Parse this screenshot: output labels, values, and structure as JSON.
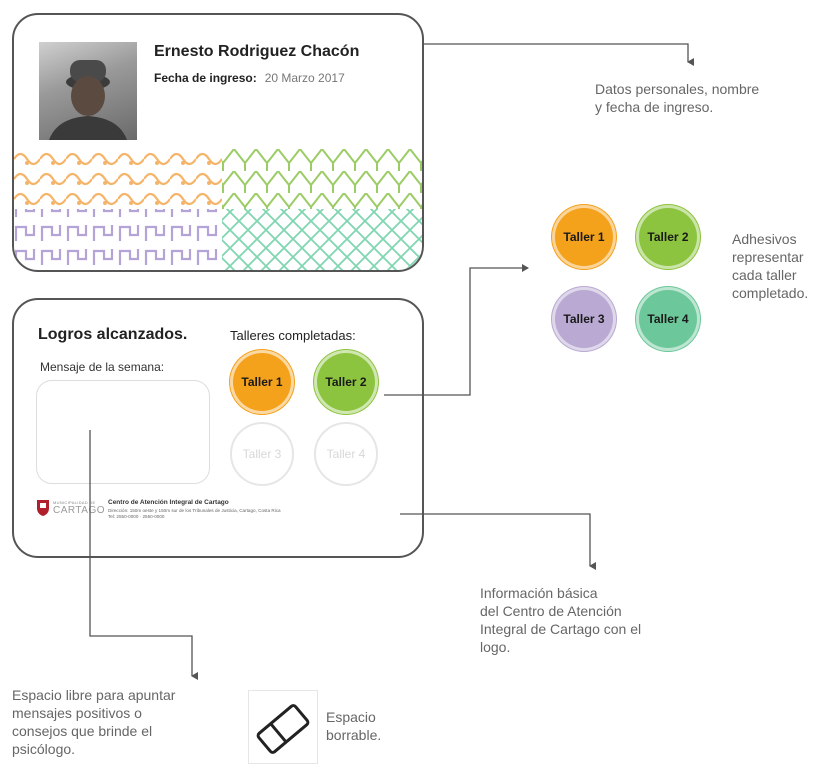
{
  "profile": {
    "name": "Ernesto Rodriguez Chacón",
    "fecha_label": "Fecha de ingreso:",
    "fecha_value": "20 Marzo 2017"
  },
  "logros": {
    "title": "Logros alcanzados.",
    "mensaje_label": "Mensaje de la semana:",
    "talleres_label": "Talleres completadas:",
    "talleres": [
      {
        "label": "Taller 1",
        "color": "#f4a11c",
        "completed": true
      },
      {
        "label": "Taller 2",
        "color": "#8cc43f",
        "completed": true
      },
      {
        "label": "Taller 3",
        "color": "#b9a9d3",
        "completed": false
      },
      {
        "label": "Taller 4",
        "color": "#6cc79a",
        "completed": false
      }
    ]
  },
  "footer": {
    "logo_small": "MUNICIPALIDAD DE",
    "logo_text": "CARTAGO",
    "org": "Centro de Atención Integral de Cartago",
    "address": "Dirección: 150m oeste y 150m sur de los Tribunales de Justicia, Cartago, Costa Rica",
    "contact": "Tel: 2550-0000 · 2550-0000"
  },
  "stickers": [
    {
      "label": "Taller 1",
      "color": "#f4a11c"
    },
    {
      "label": "Taller 2",
      "color": "#8cc43f"
    },
    {
      "label": "Taller 3",
      "color": "#b9a9d3"
    },
    {
      "label": "Taller 4",
      "color": "#6cc79a"
    }
  ],
  "annotations": {
    "datos": [
      "Datos personales, nombre",
      "y fecha de ingreso."
    ],
    "adhesivos": [
      "Adhesivos",
      "representar",
      "cada taller",
      "completado."
    ],
    "info": [
      "Información básica",
      "del Centro de Atención",
      "Integral de Cartago con el",
      "logo."
    ],
    "espacio_libre": [
      "Espacio libre para apuntar",
      "mensajes positivos o",
      "consejos que brinde el",
      "psicólogo."
    ],
    "borrable": [
      "Espacio",
      "borrable."
    ]
  },
  "colors": {
    "pattern_orange": "#f4b46a",
    "pattern_green": "#9ccc65",
    "pattern_purple": "#b3a3d6",
    "pattern_mint": "#7fd6b0"
  }
}
